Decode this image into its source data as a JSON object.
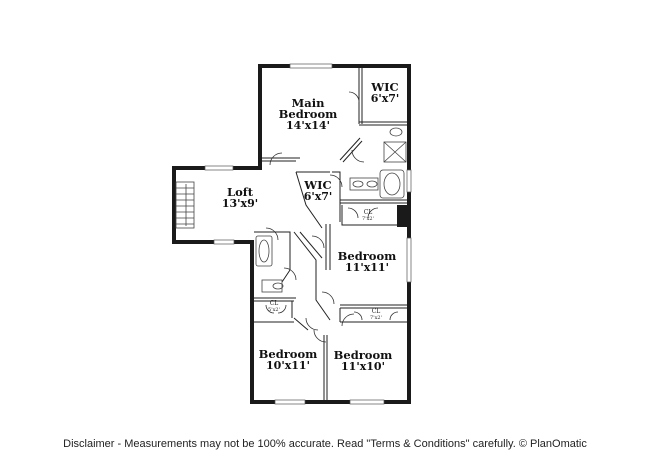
{
  "rooms": {
    "main_bedroom": {
      "name_line1": "Main",
      "name_line2": "Bedroom",
      "dims": "14'x14'"
    },
    "wic_main": {
      "name": "WIC",
      "dims": "6'x7'"
    },
    "loft": {
      "name": "Loft",
      "dims": "13'x9'"
    },
    "wic_second": {
      "name": "WIC",
      "dims": "6'x7'"
    },
    "bedroom_right": {
      "name": "Bedroom",
      "dims": "11'x11'"
    },
    "bedroom_bl": {
      "name": "Bedroom",
      "dims": "10'x11'"
    },
    "bedroom_br": {
      "name": "Bedroom",
      "dims": "11'x10'"
    },
    "closet_right": {
      "name": "CL",
      "dims": "7'x2'"
    },
    "closet_bl": {
      "name": "CL",
      "dims": "5'x2'"
    },
    "closet_br": {
      "name": "CL",
      "dims": "7'x2'"
    }
  },
  "disclaimer": "Disclaimer - Measurements may not be 100% accurate. Read \"Terms & Conditions\" carefully. © PlanOmatic"
}
